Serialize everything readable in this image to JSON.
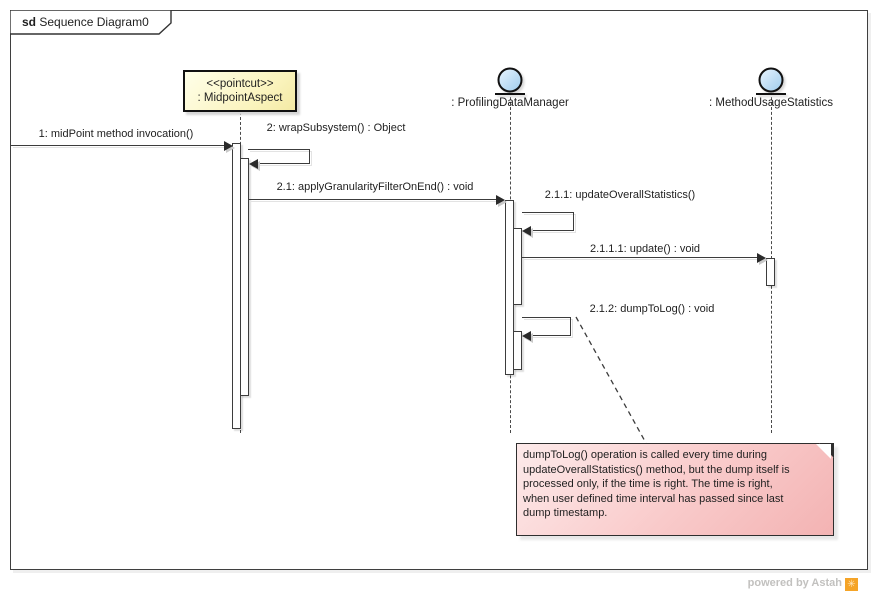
{
  "frame": {
    "keyword": "sd",
    "title": "Sequence Diagram0"
  },
  "lifelines": [
    {
      "stereotype": "<<pointcut>>",
      "name": ": MidpointAspect",
      "head": "stereotyped-box"
    },
    {
      "name": ": ProfilingDataManager",
      "head": "entity-circle"
    },
    {
      "name": ": MethodUsageStatistics",
      "head": "entity-circle"
    }
  ],
  "messages": [
    {
      "label": "1: midPoint method invocation()"
    },
    {
      "label": "2: wrapSubsystem() : Object"
    },
    {
      "label": "2.1: applyGranularityFilterOnEnd() : void"
    },
    {
      "label": "2.1.1: updateOverallStatistics()"
    },
    {
      "label": "2.1.1.1: update() : void"
    },
    {
      "label": "2.1.2: dumpToLog() : void"
    }
  ],
  "note": {
    "lines": [
      "dumpToLog() operation is called every time during",
      "updateOverallStatistics() method, but the dump itself is",
      "processed only, if the time is right. The time is right,",
      "when user defined time interval has passed since last",
      "dump timestamp."
    ]
  },
  "footer": {
    "powered_by": "powered by Astah",
    "logo_glyph": "✳"
  },
  "colors": {
    "head_yellow": "#faf3bc",
    "entity_blue": "#b8dcf8",
    "note_pink": "#f9caca",
    "line_dark": "#3c3c3c",
    "astah_orange": "#f5a427"
  }
}
